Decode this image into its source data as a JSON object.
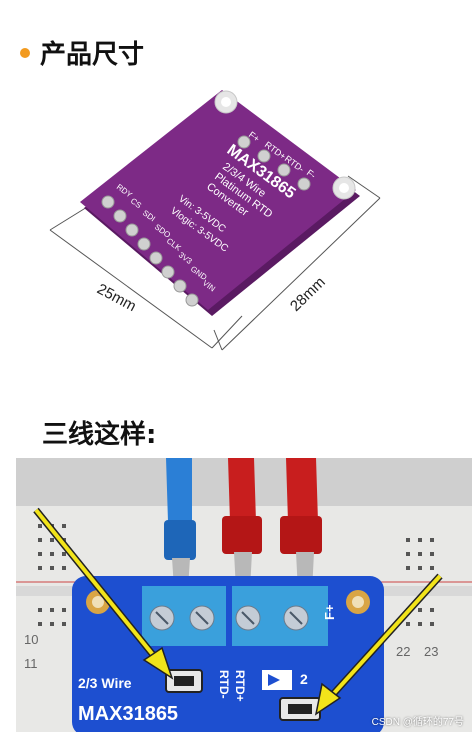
{
  "section_product": {
    "title": "产品尺寸"
  },
  "board": {
    "chip": "MAX31865",
    "desc_lines": [
      "2/3/4 Wire",
      "Platinum RTD",
      "Converter"
    ],
    "vin": "Vin: 3-5VDC",
    "vlogic": "Vlogic: 3-5VDC",
    "top_pins": [
      "F+",
      "RTD+",
      "RTD-",
      "F-"
    ],
    "side_pins": [
      "RDY",
      "CS",
      "SDI",
      "SDO",
      "CLK",
      "3V3",
      "GND",
      "VIN"
    ]
  },
  "dimensions": {
    "width": "25mm",
    "height": "28mm"
  },
  "section_wire": {
    "title": "三线这样:"
  },
  "photo": {
    "wire_label": "2/3 Wire",
    "chip": "MAX31865",
    "rtd_minus": "RTD-",
    "rtd_plus": "RTD+",
    "f_plus": "F+",
    "label_2": "2",
    "row_numbers": [
      "10",
      "11",
      "22",
      "23"
    ],
    "watermark": "CSDN @循环的77号"
  },
  "colors": {
    "bullet": "#f29a1f",
    "pcb_purple": "#7d2a86",
    "pcb_blue": "#1d4fd0",
    "terminal": "#3aa0dc",
    "arrow": "#f2e41a"
  }
}
